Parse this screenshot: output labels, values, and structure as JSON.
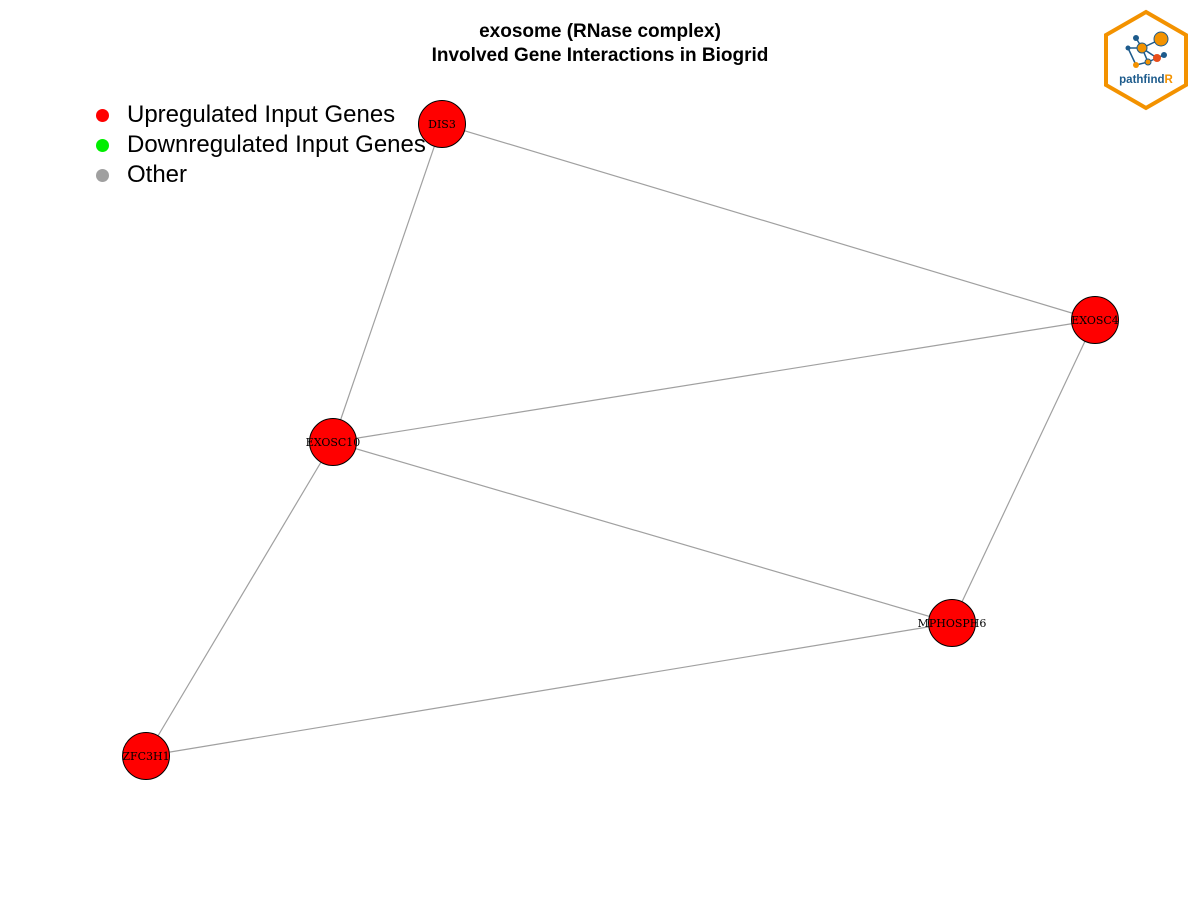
{
  "title": {
    "line1": "exosome (RNase complex)",
    "line2": "Involved Gene Interactions in Biogrid"
  },
  "legend": [
    {
      "label": "Upregulated Input Genes",
      "color": "#ff0000"
    },
    {
      "label": "Downregulated Input Genes",
      "color": "#00ee00"
    },
    {
      "label": "Other",
      "color": "#a0a0a0"
    }
  ],
  "logo": {
    "text_main": "pathfind",
    "text_accent": "R",
    "border_color": "#f39200",
    "text_color": "#1d5b8c"
  },
  "colors": {
    "node_fill": "#ff0000",
    "node_stroke": "#000000",
    "edge": "#a0a0a0"
  },
  "nodes": [
    {
      "id": "DIS3",
      "label": "DIS3",
      "status": "upregulated"
    },
    {
      "id": "EXOSC4",
      "label": "EXOSC4",
      "status": "upregulated"
    },
    {
      "id": "EXOSC10",
      "label": "EXOSC10",
      "status": "upregulated"
    },
    {
      "id": "MPHOSPH6",
      "label": "MPHOSPH6",
      "status": "upregulated"
    },
    {
      "id": "ZFC3H1",
      "label": "ZFC3H1",
      "status": "upregulated"
    }
  ],
  "edges": [
    [
      "DIS3",
      "EXOSC4"
    ],
    [
      "DIS3",
      "EXOSC10"
    ],
    [
      "EXOSC10",
      "EXOSC4"
    ],
    [
      "EXOSC10",
      "MPHOSPH6"
    ],
    [
      "EXOSC4",
      "MPHOSPH6"
    ],
    [
      "EXOSC10",
      "ZFC3H1"
    ],
    [
      "ZFC3H1",
      "MPHOSPH6"
    ]
  ]
}
